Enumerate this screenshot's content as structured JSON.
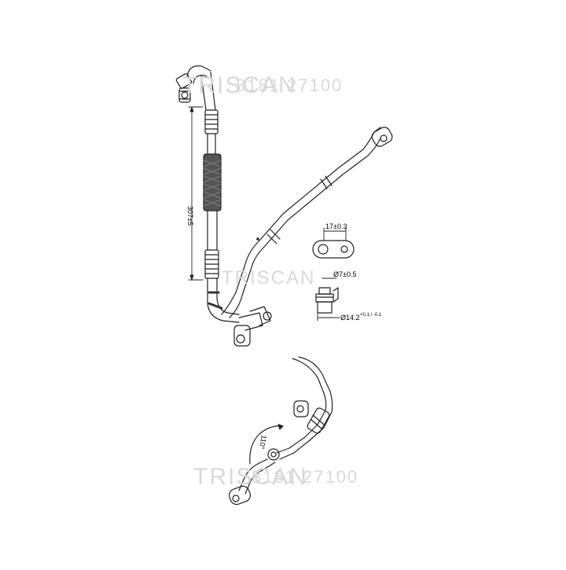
{
  "watermarks": {
    "brand": "TRISCAN",
    "part_number": "8181 27100"
  },
  "dimensions": {
    "hose_length": "307±5",
    "flange_width": "17±0.3",
    "fitting_diameter": "Ø7±0.5",
    "fitting_outer_diameter": "Ø14.2",
    "fitting_outer_tolerance": "+0.1 / -0.1",
    "bend_angle": "110°"
  },
  "colors": {
    "line": "#222222",
    "watermark": "#d9d9d9"
  }
}
